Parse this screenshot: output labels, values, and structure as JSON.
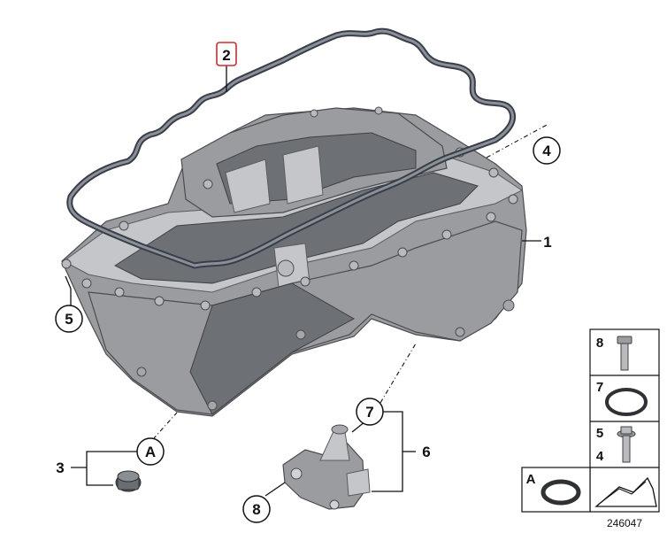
{
  "callouts": {
    "c1": "1",
    "c2": "2",
    "c3": "3",
    "c4": "4",
    "c5": "5",
    "c6": "6",
    "c7": "7",
    "c8": "8",
    "cA_top": "A"
  },
  "legend": {
    "r8": "8",
    "r7": "7",
    "r5": "5",
    "r4": "4",
    "rA": "A"
  },
  "image_id": "246047"
}
